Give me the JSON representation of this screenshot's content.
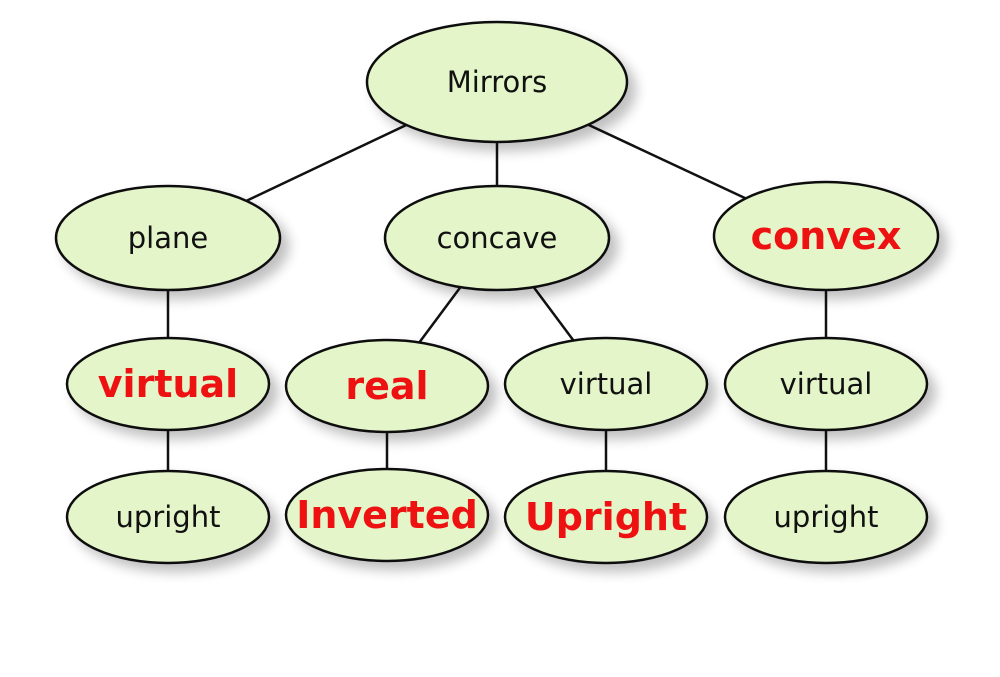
{
  "diagram": {
    "colors": {
      "fill": "#e3f5c9",
      "stroke": "#111111",
      "text": "#111111",
      "highlight": "#ee1111"
    },
    "nodes": [
      {
        "id": "mirrors",
        "label": "Mirrors",
        "highlight": false
      },
      {
        "id": "plane",
        "label": "plane",
        "highlight": false
      },
      {
        "id": "concave",
        "label": "concave",
        "highlight": false
      },
      {
        "id": "convex",
        "label": "convex",
        "highlight": true
      },
      {
        "id": "plane-virtual",
        "label": "virtual",
        "highlight": true
      },
      {
        "id": "concave-real",
        "label": "real",
        "highlight": true
      },
      {
        "id": "concave-virtual",
        "label": "virtual",
        "highlight": false
      },
      {
        "id": "convex-virtual",
        "label": "virtual",
        "highlight": false
      },
      {
        "id": "plane-upright",
        "label": "upright",
        "highlight": false
      },
      {
        "id": "concave-inverted",
        "label": "Inverted",
        "highlight": true
      },
      {
        "id": "concave-upright",
        "label": "Upright",
        "highlight": true
      },
      {
        "id": "convex-upright",
        "label": "upright",
        "highlight": false
      }
    ],
    "edges": [
      [
        "mirrors",
        "plane"
      ],
      [
        "mirrors",
        "concave"
      ],
      [
        "mirrors",
        "convex"
      ],
      [
        "plane",
        "plane-virtual"
      ],
      [
        "concave",
        "concave-real"
      ],
      [
        "concave",
        "concave-virtual"
      ],
      [
        "convex",
        "convex-virtual"
      ],
      [
        "plane-virtual",
        "plane-upright"
      ],
      [
        "concave-real",
        "concave-inverted"
      ],
      [
        "concave-virtual",
        "concave-upright"
      ],
      [
        "convex-virtual",
        "convex-upright"
      ]
    ]
  }
}
